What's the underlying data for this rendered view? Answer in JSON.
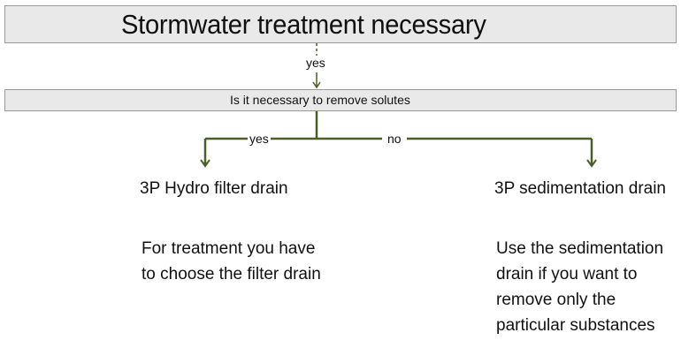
{
  "top": {
    "title": "Stormwater treatment necessary"
  },
  "connector_top": {
    "label": "yes"
  },
  "question": {
    "text": "Is it necessary to remove solutes"
  },
  "branches": {
    "left_label": "yes",
    "right_label": "no"
  },
  "options": [
    {
      "title": "3P Hydro filter drain",
      "description_lines": [
        "For treatment you have",
        "to choose the filter drain"
      ]
    },
    {
      "title": "3P sedimentation drain",
      "description_lines": [
        "Use the sedimentation",
        "drain if you want to",
        "remove only the",
        "particular substances"
      ]
    }
  ],
  "colors": {
    "box_fill": "#e9e9e9",
    "box_border": "#9a9a9a",
    "connector": "#4b5e26",
    "text": "#111111"
  }
}
